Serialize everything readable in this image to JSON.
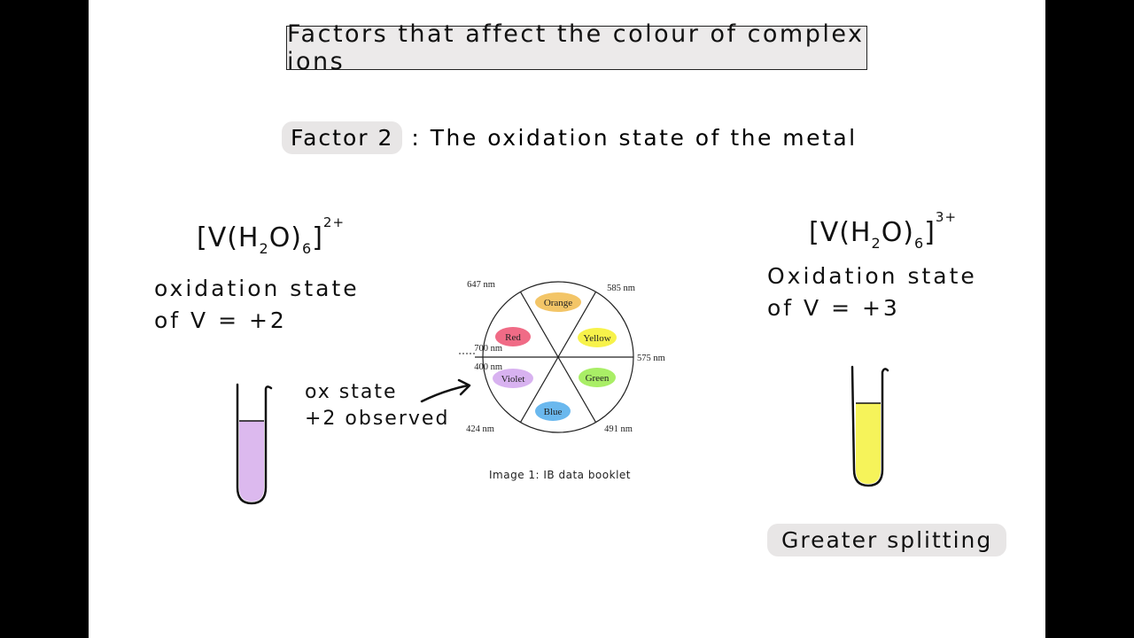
{
  "title": "Factors that affect the colour of complex ions",
  "factor": {
    "tag": "Factor 2",
    "text": ": The oxidation state of the metal"
  },
  "left": {
    "formula_prefix": "[V(H",
    "formula_sub1": "2",
    "formula_mid": "O)",
    "formula_sub2": "6",
    "formula_suffix": "]",
    "charge": "2+",
    "ox_line1": "oxidation state",
    "ox_line2": "of V = +2",
    "tube_color": "#dcb9ee",
    "note_line1": "ox state",
    "note_line2": "+2 observed"
  },
  "right": {
    "formula_prefix": "[V(H",
    "formula_sub1": "2",
    "formula_mid": "O)",
    "formula_sub2": "6",
    "formula_suffix": "]",
    "charge": "3+",
    "ox_line1": "Oxidation state",
    "ox_line2": "of V = +3",
    "tube_color": "#f6f35a",
    "greater": "Greater splitting"
  },
  "wheel": {
    "segments": [
      {
        "label": "Orange",
        "color": "#f3c567"
      },
      {
        "label": "Yellow",
        "color": "#f7f24a"
      },
      {
        "label": "Green",
        "color": "#a9ee66"
      },
      {
        "label": "Blue",
        "color": "#6ab8ee"
      },
      {
        "label": "Violet",
        "color": "#d8b2f0"
      },
      {
        "label": "Red",
        "color": "#f06b86"
      }
    ],
    "wavelengths": {
      "top_left": "647 nm",
      "top_right": "585 nm",
      "right": "575 nm",
      "bottom_right": "491 nm",
      "bottom_left": "424 nm",
      "left_upper": "700 nm",
      "left_lower": "400 nm"
    },
    "caption": "Image 1: IB data booklet"
  }
}
